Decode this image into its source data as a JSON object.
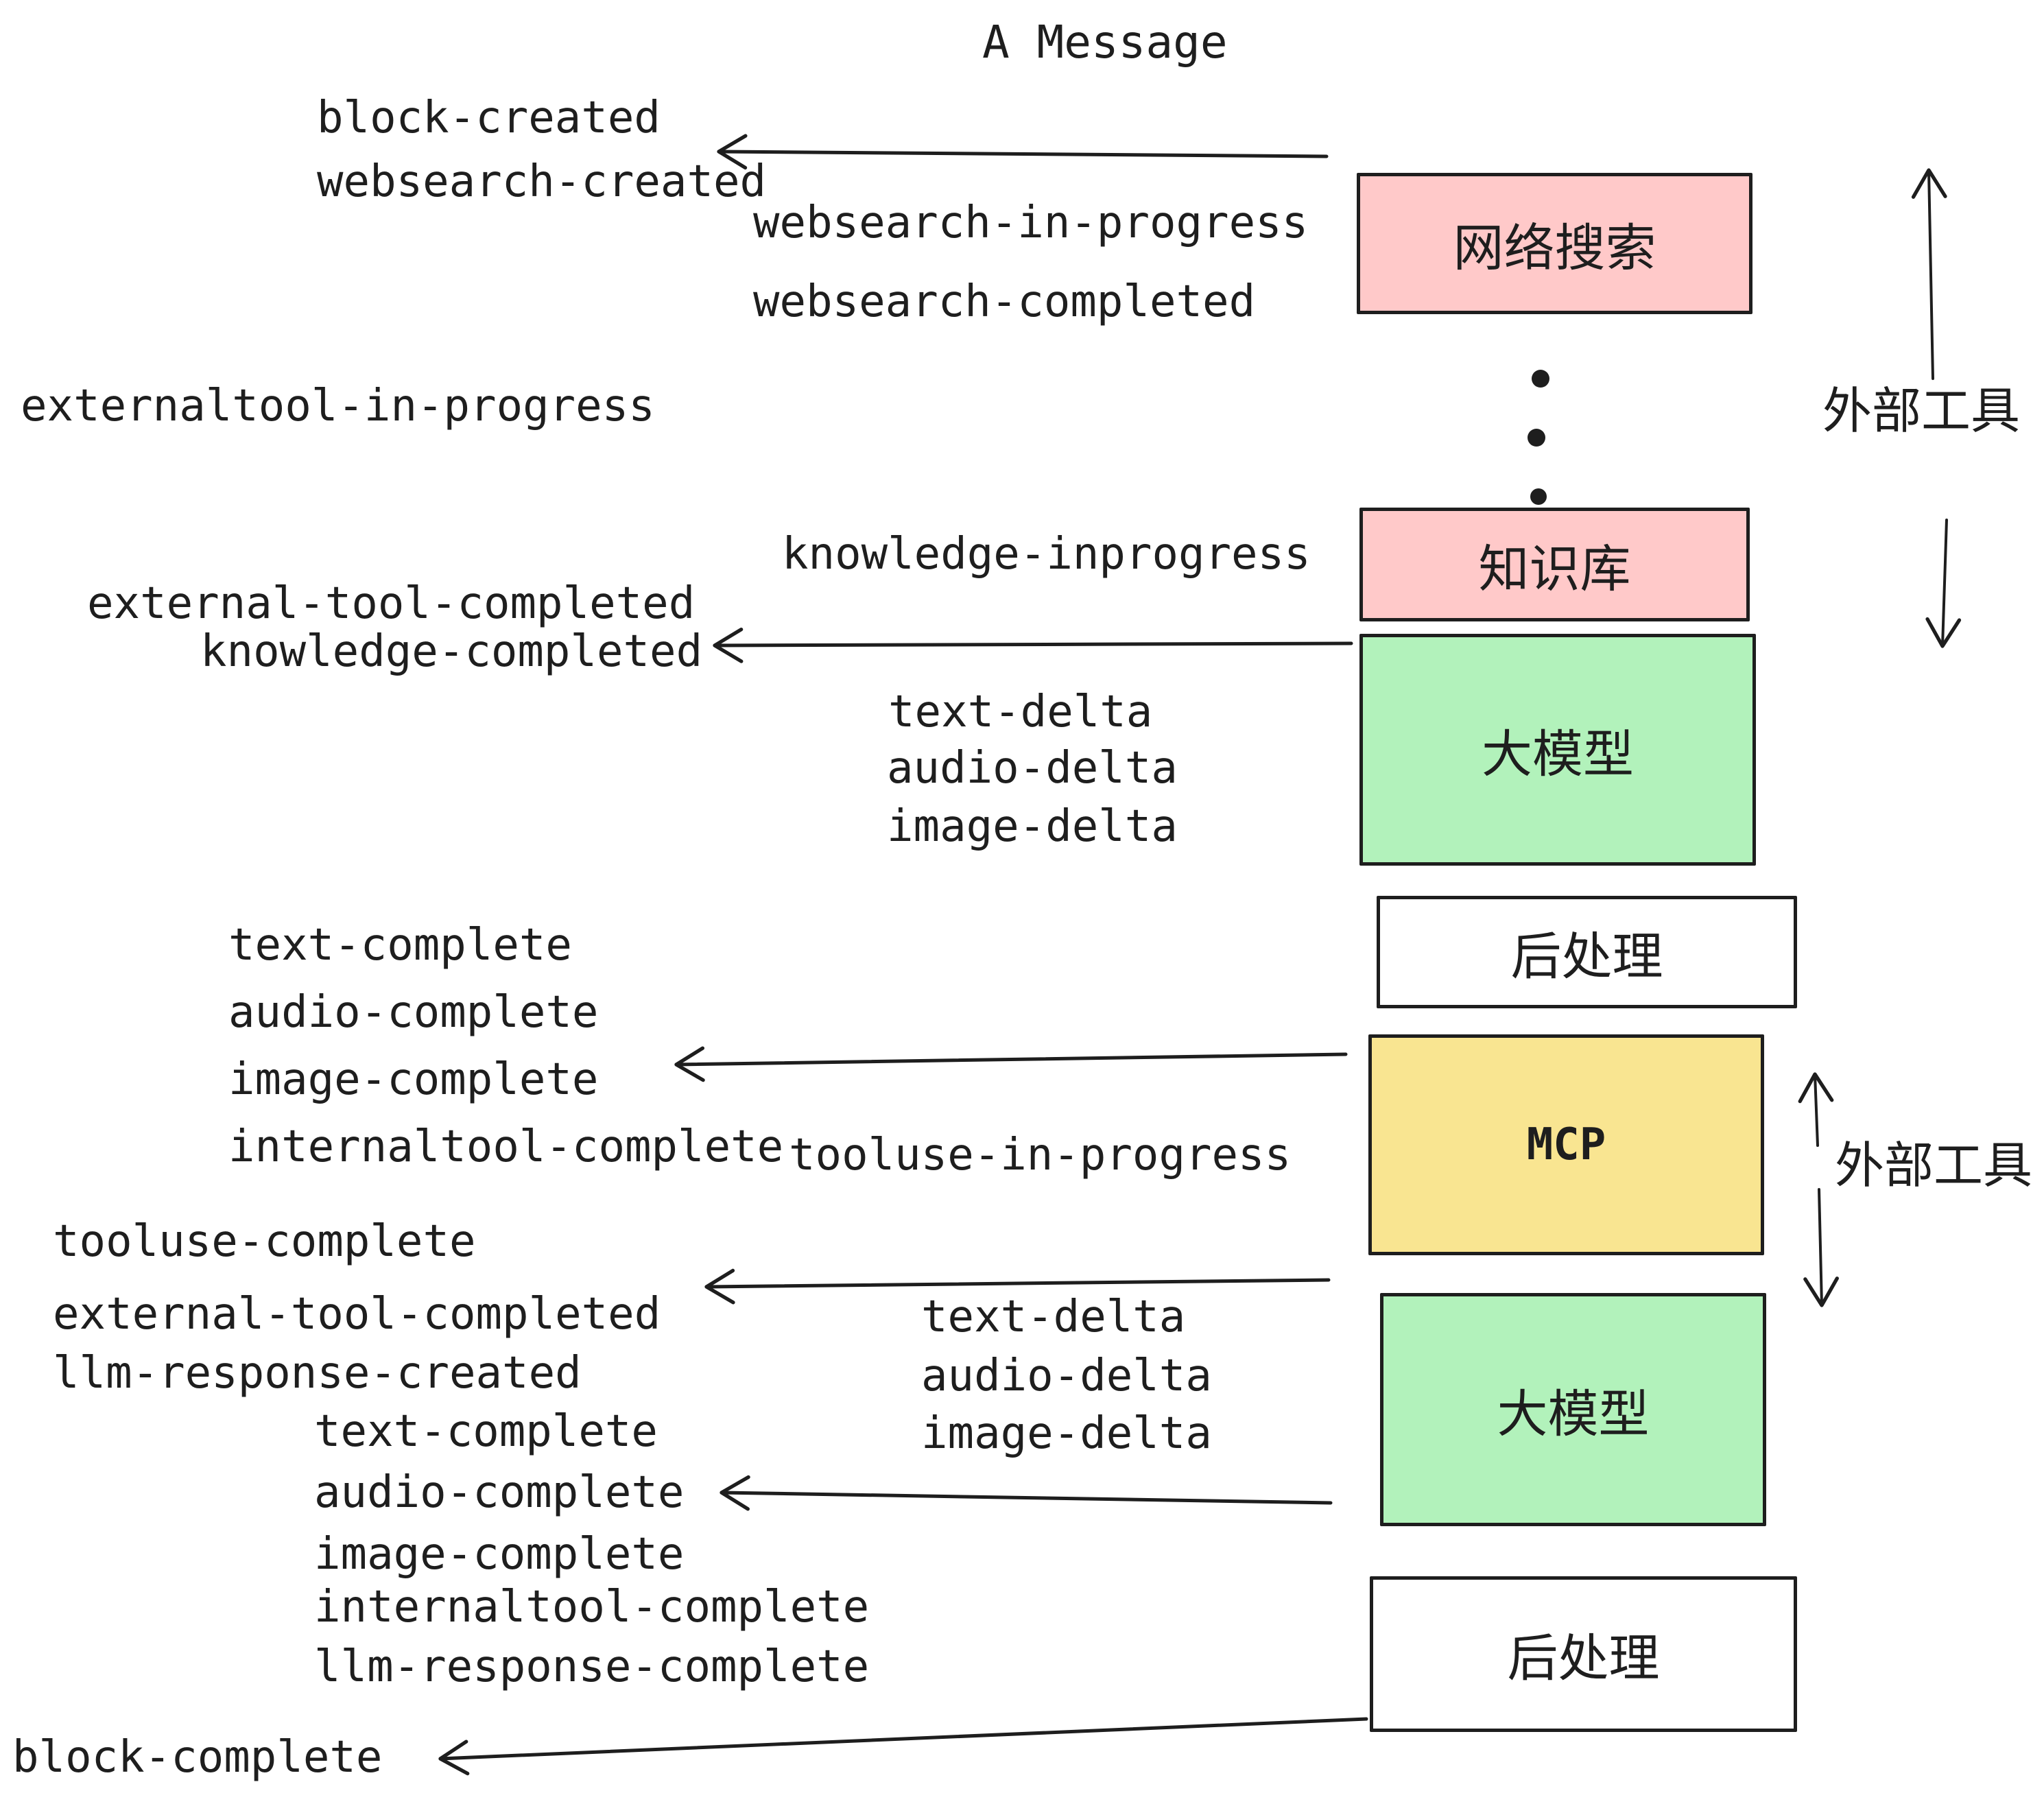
{
  "title": "A Message",
  "colors": {
    "pink": "#ffc9c9",
    "green": "#b2f2bb",
    "yellow": "#f9e591",
    "white": "#ffffff",
    "stroke": "#1e1e1e"
  },
  "boxes": {
    "websearch": {
      "label": "网络搜索"
    },
    "knowledge": {
      "label": "知识库"
    },
    "llm1": {
      "label": "大模型"
    },
    "post1": {
      "label": "后处理"
    },
    "mcp": {
      "label": "MCP"
    },
    "llm2": {
      "label": "大模型"
    },
    "post2": {
      "label": "后处理"
    }
  },
  "side_labels": {
    "external_tools_top": "外部工具",
    "external_tools_mid": "外部工具"
  },
  "events": {
    "block_created": "block-created",
    "websearch_created": "websearch-created",
    "websearch_in_progress": "websearch-in-progress",
    "websearch_completed": "websearch-completed",
    "externaltool_in_progress": "externaltool-in-progress",
    "knowledge_inprogress": "knowledge-inprogress",
    "external_tool_completed": "external-tool-completed",
    "knowledge_completed": "knowledge-completed",
    "text_delta": "text-delta",
    "audio_delta": "audio-delta",
    "image_delta": "image-delta",
    "text_complete": "text-complete",
    "audio_complete": "audio-complete",
    "image_complete": "image-complete",
    "internaltool_complete": "internaltool-complete",
    "tooluse_in_progress": "tooluse-in-progress",
    "tooluse_complete": "tooluse-complete",
    "llm_response_created": "llm-response-created",
    "llm_response_complete": "llm-response-complete",
    "block_complete": "block-complete"
  }
}
